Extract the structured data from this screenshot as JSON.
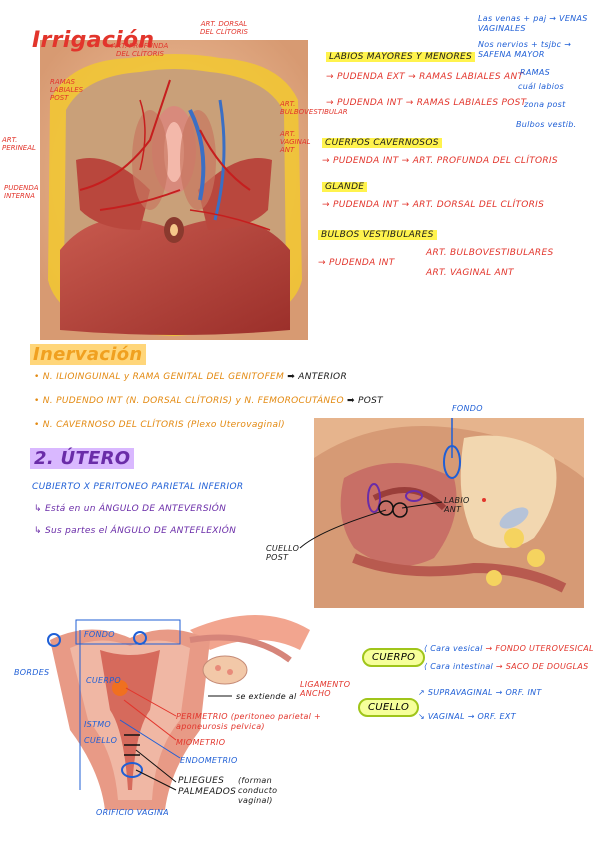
{
  "irrigacion": {
    "title": "Irrigación",
    "img_labels": {
      "art_profunda": "ART. PROFUNDA DEL CLÍTORIS",
      "art_dorsal": "ART. DORSAL DEL CLÍTORIS",
      "ramas_labiales": "RAMAS LABIALES POST",
      "art_perineal": "ART. PERINEAL",
      "pudenda_interna": "PUDENDA INTERNA",
      "art_bulbo": "ART. BULBOVESTIBULAR",
      "art_vaginal": "ART. VAGINAL ANT"
    },
    "note_tr_1": "Las venas + paj → VENAS VAGINALES",
    "note_tr_2": "Nos nervios + tsjbc → SAFENA MAYOR",
    "labios_title": "LABIOS MAYORES Y MENORES",
    "l1_a": "PUDENDA EXT",
    "l1_b": "RAMAS LABIALES ANT",
    "l2_a": "PUDENDA INT",
    "l2_b": "RAMAS LABIALES POST",
    "b1": "RAMAS",
    "b2": "cuál labios",
    "b3": "zona post",
    "b4": "Bulbos vestib.",
    "cuerpos_title": "CUERPOS CAVERNOSOS",
    "c_a": "PUDENDA INT",
    "c_b": "ART. PROFUNDA DEL CLÍTORIS",
    "glande_title": "GLANDE",
    "g_a": "PUDENDA INT",
    "g_b": "ART. DORSAL DEL CLÍTORIS",
    "bulbos_title": "BULBOS VESTIBULARES",
    "bv_a": "PUDENDA INT",
    "bv_b": "ART. BULBOVESTIBULARES",
    "bv_c": "ART. VAGINAL ANT"
  },
  "inervacion": {
    "title": "Inervación",
    "i1_a": "• N. ILIOINGUINAL",
    "i1_b": "y RAMA GENITAL DEL GENITOFEM",
    "i1_c": "ANTERIOR",
    "i2_a": "• N. PUDENDO INT (N. DORSAL CLÍTORIS)",
    "i2_b": "y N. FEMOROCUTÁNEO",
    "i2_c": "POST",
    "i3": "• N. CAVERNOSO DEL CLÍTORIS (Plexo Uterovaginal)"
  },
  "utero": {
    "title": "2. ÚTERO",
    "cubierto": "CUBIERTO X PERITONEO PARIETAL INFERIOR",
    "cubierto_hl": "PARIETAL INFERIOR",
    "angulo1": "↳ Está en un ÁNGULO DE ANTEVERSIÓN",
    "angulo2": "↳ Sus partes el ÁNGULO DE ANTEFLEXIÓN",
    "fondo_label": "FONDO",
    "cuello_post": "CUELLO POST",
    "labio_ant": "LABIO ANT",
    "diagram": {
      "fondo": "FONDO",
      "bordes": "BORDES",
      "cuerpo": "CUERPO",
      "istmo": "ISTMO",
      "cuello": "CUELLO",
      "perimetrio": "PERIMETRIO (peritoneo parietal + aponeurosis pelvica)",
      "miometrio": "MIOMETRIO",
      "endometrio": "ENDOMETRIO",
      "pliegues": "PLIEGUES PALMEADOS",
      "pliegues_note": "(forman conducto vaginal)",
      "orificio": "ORIFICIO VAGINA",
      "ligamento": "LIGAMENTO ANCHO",
      "se_extiende": "se extiende al"
    },
    "cuerpo_cloud": "CUERPO",
    "cuerpo_1a": "Cara vesical",
    "cuerpo_1b": "FONDO UTEROVESICAL",
    "cuerpo_2a": "Cara intestinal",
    "cuerpo_2b": "SACO DE DOUGLAS",
    "cuello_cloud": "CUELLO",
    "cuello_1a": "SUPRAVAGINAL",
    "cuello_1b": "ORF. INT",
    "cuello_2a": "VAGINAL",
    "cuello_2b": "ORF. EXT"
  },
  "colors": {
    "red": "#e2352c",
    "blue": "#1f5fd6",
    "purple": "#6a2ca8",
    "highlight_yellow": "#fff34d",
    "highlight_orange": "#ffd67a"
  }
}
